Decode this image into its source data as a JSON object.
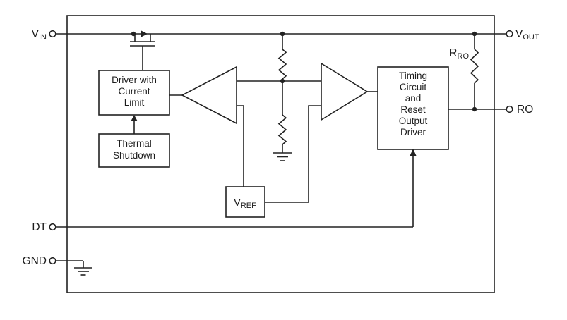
{
  "pins": {
    "vin": {
      "name": "V",
      "sub": "IN"
    },
    "vout": {
      "name": "V",
      "sub": "OUT"
    },
    "ro": {
      "name": "RO"
    },
    "dt": {
      "name": "DT"
    },
    "gnd": {
      "name": "GND"
    }
  },
  "blocks": {
    "driver": {
      "lines": [
        "Driver with",
        "Current",
        "Limit"
      ]
    },
    "thermal_shutdown": {
      "lines": [
        "Thermal",
        "Shutdown"
      ]
    },
    "timing": {
      "lines": [
        "Timing",
        "Circuit",
        "and",
        "Reset",
        "Output",
        "Driver"
      ]
    },
    "vref": {
      "name": "V",
      "sub": "REF"
    }
  },
  "components": {
    "rro": {
      "name": "R",
      "sub": "RO"
    }
  },
  "colors": {
    "line": "#222222",
    "background": "#ffffff"
  }
}
